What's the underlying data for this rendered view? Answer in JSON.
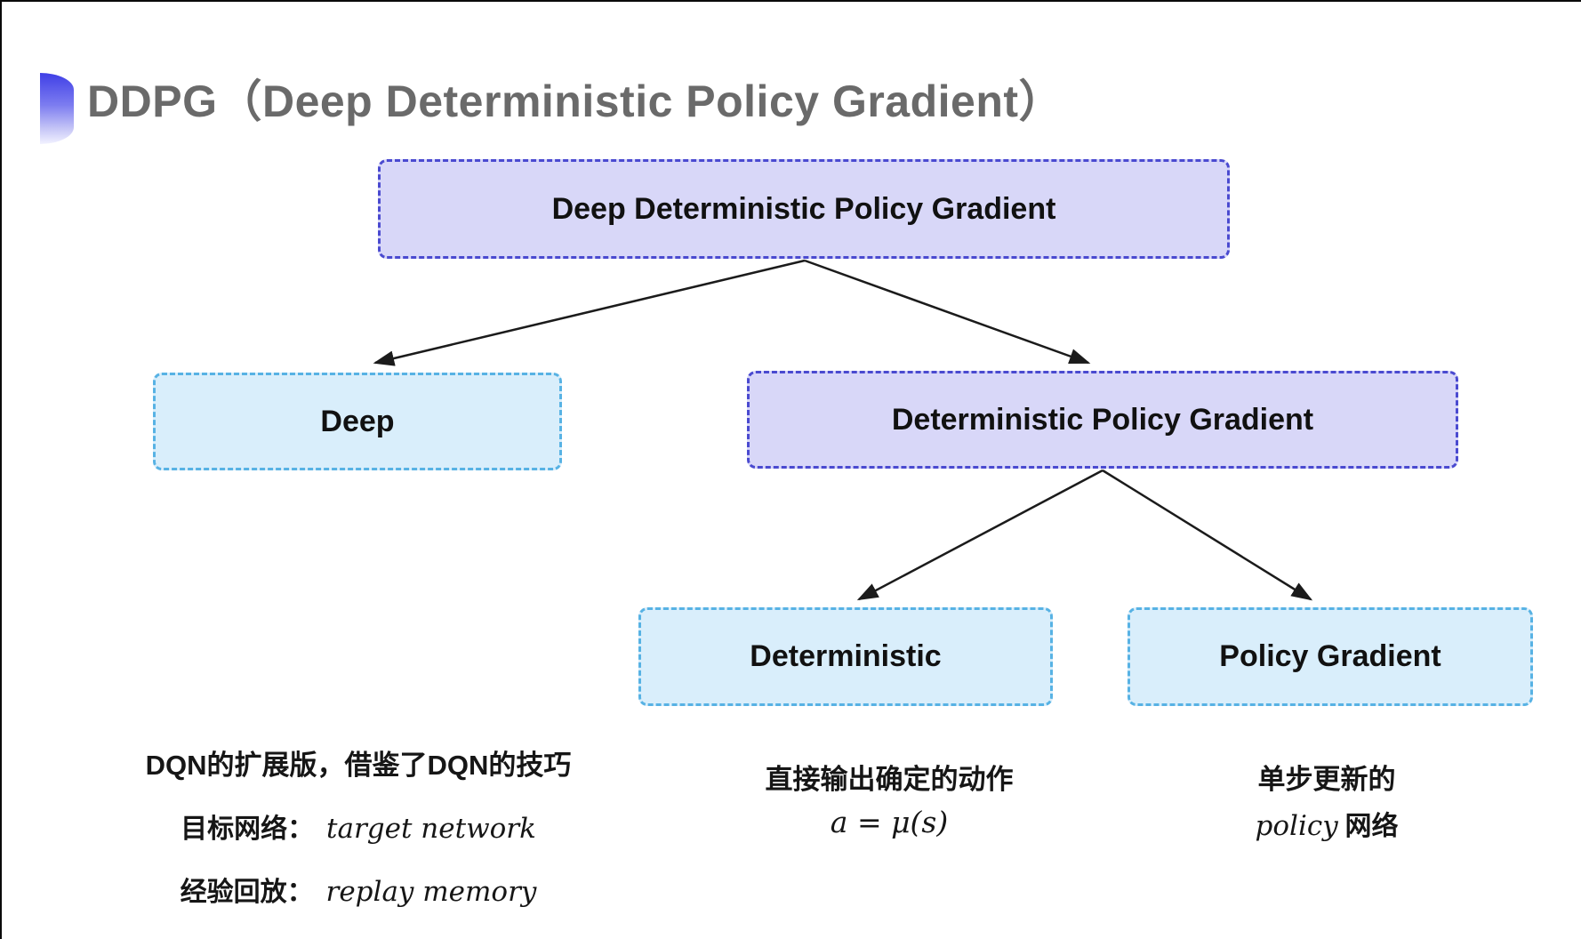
{
  "header": {
    "title": "DDPG（Deep Deterministic Policy Gradient）"
  },
  "colors": {
    "purple_fill": "#d8d7f8",
    "purple_border": "#4a4ad0",
    "blue_fill": "#d9eefb",
    "blue_border": "#57b2e4",
    "title_gray": "#6a6a6a",
    "text_black": "#161616",
    "arrow": "#1b1b1b",
    "bullet_gradient_top": "#3f3fe6"
  },
  "tree": {
    "root": {
      "label": "Deep Deterministic Policy Gradient"
    },
    "deep": {
      "label": "Deep"
    },
    "dpg": {
      "label": "Deterministic Policy Gradient"
    },
    "deterministic": {
      "label": "Deterministic"
    },
    "policy_gradient": {
      "label": "Policy Gradient"
    }
  },
  "notes": {
    "deep": {
      "line1": "DQN的扩展版，借鉴了DQN的技巧",
      "target_label": "目标网络：",
      "target_value": "target network",
      "replay_label": "经验回放：",
      "replay_value": "replay memory"
    },
    "deterministic": {
      "line1": "直接输出确定的动作",
      "formula": "a = μ(s)"
    },
    "policy_gradient": {
      "line1": "单步更新的",
      "line2_italic": "policy",
      "line2_text": "网络"
    }
  }
}
